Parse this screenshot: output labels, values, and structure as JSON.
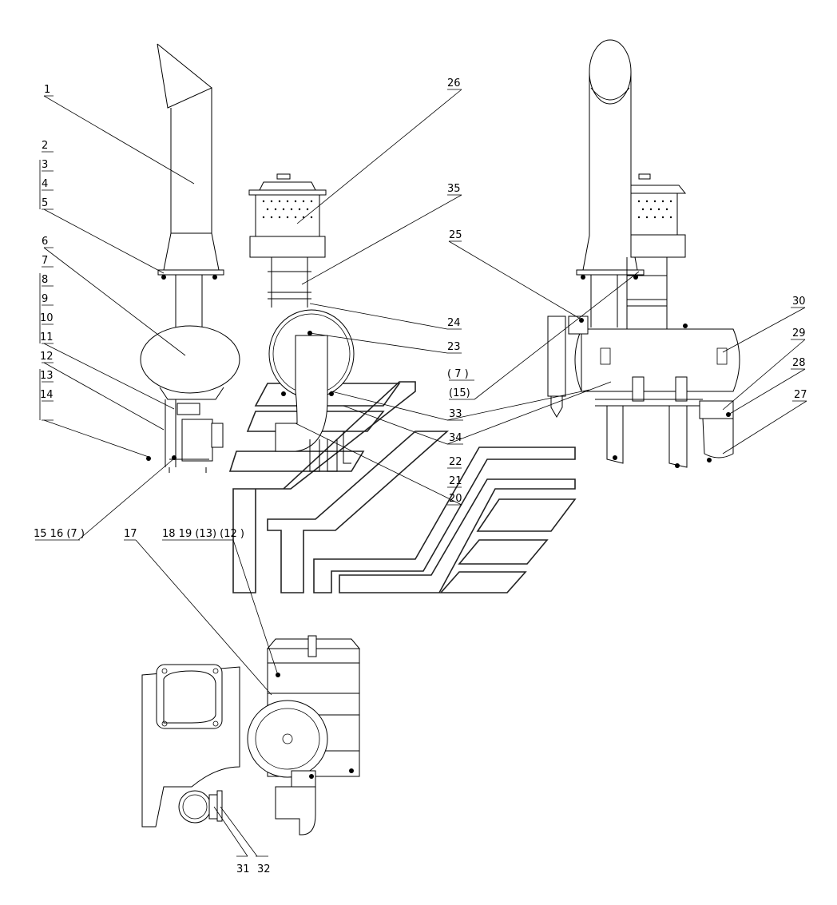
{
  "labels": {
    "n1": "1",
    "n2": "2",
    "n3": "3",
    "n4": "4",
    "n5": "5",
    "n6": "6",
    "n7": "7",
    "n8": "8",
    "n9": "9",
    "n10": "10",
    "n11": "11",
    "n12": "12",
    "n13": "13",
    "n14": "14",
    "n15": "15 16 (7 )",
    "n17": "17",
    "n18": "18 19 (13) (12 )",
    "n20": "20",
    "n21": "21",
    "n22": "22",
    "n23": "23",
    "n24": "24",
    "n25": "25",
    "n26": "26",
    "n27": "27",
    "n28": "28",
    "n29": "29",
    "n30": "30",
    "n31": "31",
    "n32": "32",
    "n33": "33",
    "n34": "34",
    "n35": "35",
    "p7": "( 7 )",
    "p15": "(15)"
  }
}
